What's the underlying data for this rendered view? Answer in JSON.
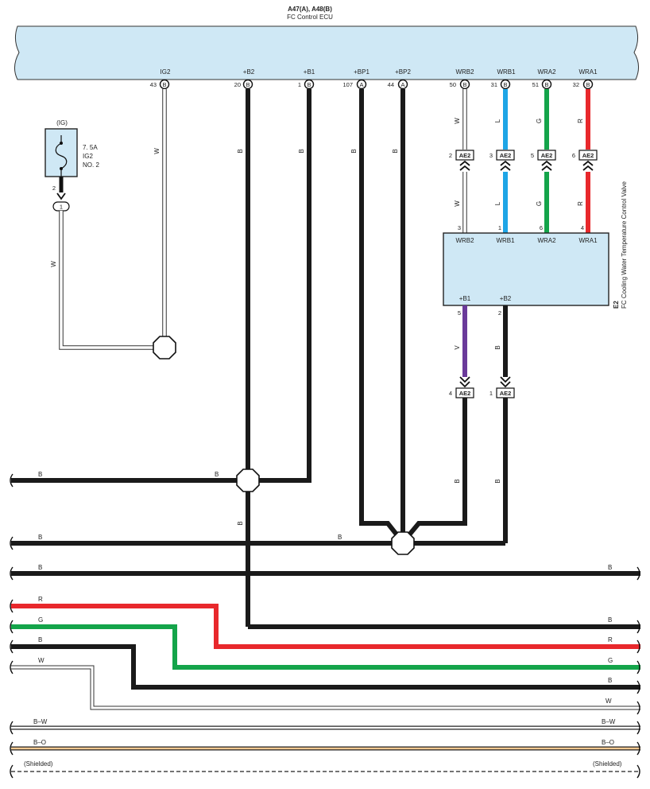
{
  "ecu": {
    "header_code": "A47(A), A48(B)",
    "header_name": "FC Control ECU",
    "terminals": [
      {
        "name": "IG2",
        "pin": "43",
        "conn": "B"
      },
      {
        "name": "+B2",
        "pin": "20",
        "conn": "B"
      },
      {
        "name": "+B1",
        "pin": "1",
        "conn": "B"
      },
      {
        "name": "+BP1",
        "pin": "107",
        "conn": "A"
      },
      {
        "name": "+BP2",
        "pin": "44",
        "conn": "A"
      },
      {
        "name": "WRB2",
        "pin": "50",
        "conn": "B"
      },
      {
        "name": "WRB1",
        "pin": "31",
        "conn": "B"
      },
      {
        "name": "WRA2",
        "pin": "51",
        "conn": "B"
      },
      {
        "name": "WRA1",
        "pin": "32",
        "conn": "B"
      }
    ]
  },
  "fuse": {
    "relay_label": "(IG)",
    "rating": "7. 5A",
    "name_line1": "IG2",
    "name_line2": "NO. 2",
    "pin": "2",
    "connector_pin": "1"
  },
  "valve": {
    "code": "E2",
    "name": "FC Cooling Water Temperature Control Valve",
    "top_terminals": [
      {
        "name": "WRB2",
        "pin": "3"
      },
      {
        "name": "WRB1",
        "pin": "1"
      },
      {
        "name": "WRA2",
        "pin": "6"
      },
      {
        "name": "WRA1",
        "pin": "4"
      }
    ],
    "bottom_terminals": [
      {
        "name": "+B1",
        "pin": "5"
      },
      {
        "name": "+B2",
        "pin": "2"
      }
    ]
  },
  "junction_connector": "AE2",
  "junction_top": [
    {
      "pin": "2",
      "conn": "AE2"
    },
    {
      "pin": "3",
      "conn": "AE2"
    },
    {
      "pin": "5",
      "conn": "AE2"
    },
    {
      "pin": "6",
      "conn": "AE2"
    }
  ],
  "junction_bottom": [
    {
      "pin": "4",
      "conn": "AE2"
    },
    {
      "pin": "1",
      "conn": "AE2"
    }
  ],
  "wire_codes": {
    "ig2": "W",
    "b2": "B",
    "b1": "B",
    "bp1": "B",
    "bp2": "B",
    "wrb2": "W",
    "wrb1": "L",
    "wra2": "G",
    "wra1": "R",
    "fuse_out": "W",
    "v_b1": "V",
    "v_b2": "B",
    "ae2_b1": "B",
    "ae2_b2": "B",
    "b2_down": "B"
  },
  "bus": [
    {
      "left_label": "B",
      "mid_label": "B",
      "right_label": ""
    },
    {
      "left_label": "B",
      "mid_label": "B",
      "right_label": ""
    },
    {
      "left_label": "B",
      "mid_label": "",
      "right_label": "B"
    },
    {
      "left_label": "R",
      "mid_label": "",
      "right_label": "R"
    },
    {
      "left_label": "G",
      "mid_label": "",
      "right_label": "G"
    },
    {
      "left_label": "B",
      "mid_label": "",
      "right_label": "B"
    },
    {
      "left_label": "W",
      "mid_label": "",
      "right_label": "W"
    },
    {
      "left_label": "B–W",
      "mid_label": "",
      "right_label": "B–W"
    },
    {
      "left_label": "B–O",
      "mid_label": "",
      "right_label": "B–O"
    },
    {
      "left_label": "(Shielded)",
      "mid_label": "",
      "right_label": "(Shielded)"
    }
  ],
  "b2_bus_right_label": "B",
  "colors": {
    "ecu_fill": "#cfe8f5",
    "black_wire": "#1a1a1a",
    "white_wire": "#ffffff",
    "blue_wire": "#1ea5e6",
    "green_wire": "#14a44a",
    "red_wire": "#e8282c",
    "violet_wire": "#6a3a9a",
    "orange_wire": "#f5c890"
  }
}
